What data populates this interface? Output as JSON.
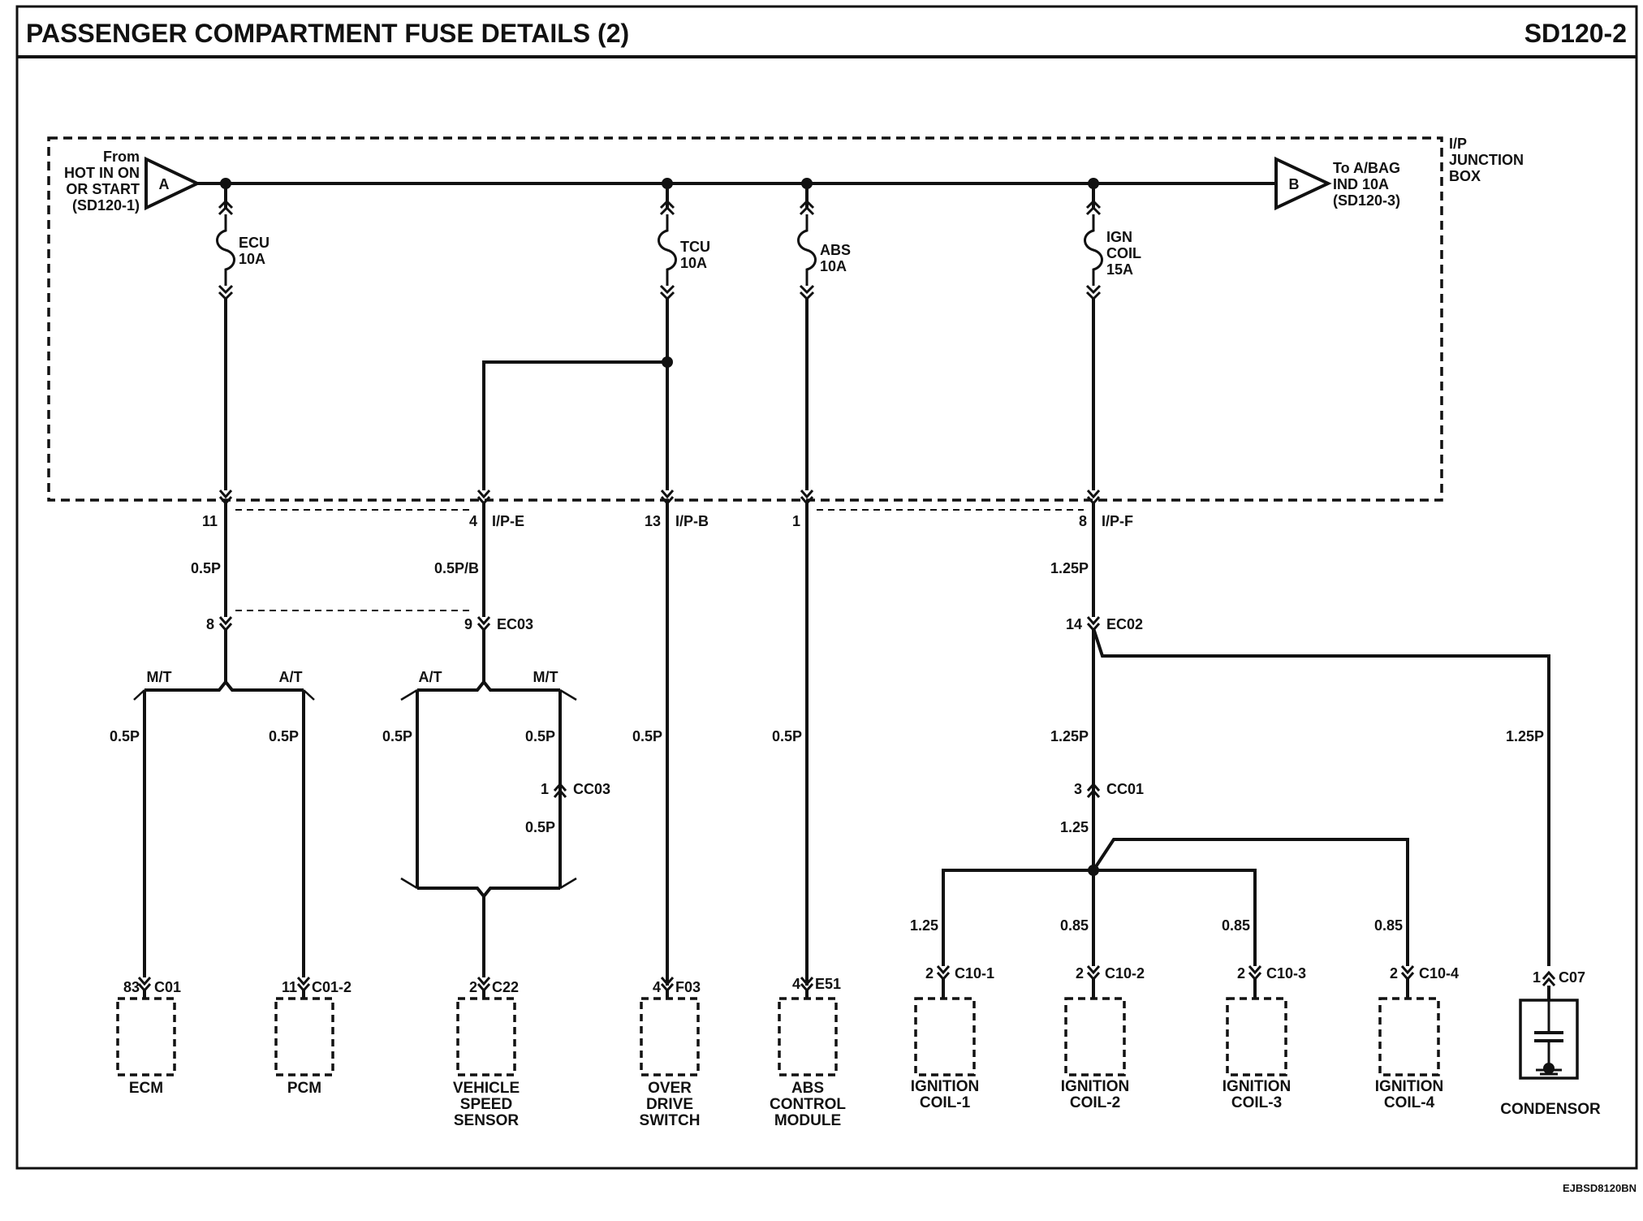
{
  "header": {
    "title": "PASSENGER COMPARTMENT FUSE DETAILS (2)",
    "page_code": "SD120-2",
    "footer_code": "EJBSD8120BN"
  },
  "junction_box": {
    "lines": [
      "I/P",
      "JUNCTION",
      "BOX"
    ]
  },
  "source": {
    "connector": "A",
    "lines": [
      "From",
      "HOT IN ON",
      "OR START",
      "(SD120-1)"
    ]
  },
  "destination": {
    "connector": "B",
    "lines": [
      "To A/BAG",
      "IND 10A",
      "(SD120-3)"
    ]
  },
  "fuses": [
    {
      "name": "ECU",
      "rating": "10A"
    },
    {
      "name": "TCU",
      "rating": "10A"
    },
    {
      "name": "ABS",
      "rating": "10A"
    },
    {
      "name": "IGN",
      "name2": "COIL",
      "rating": "15A"
    }
  ],
  "ip_pins": {
    "ecu": "11",
    "vss": "4",
    "vss_conn": "I/P-E",
    "tcu": "13",
    "tcu_conn": "I/P-B",
    "abs": "1",
    "ign": "8",
    "ign_conn": "I/P-F"
  },
  "wires": {
    "ecu": "0.5P",
    "vss": "0.5P/B",
    "ign": "1.25P",
    "ecm": "0.5P",
    "pcm": "0.5P",
    "vss_at": "0.5P",
    "vss_mt": "0.5P",
    "vss_mt2": "0.5P",
    "odsw": "0.5P",
    "abs": "0.5P",
    "ign2": "1.25P",
    "ign3": "1.25",
    "cond": "1.25P",
    "coil1": "1.25",
    "coil2": "0.85",
    "coil3": "0.85",
    "coil4": "0.85"
  },
  "ec03": {
    "pin_ecu": "8",
    "pin_vss": "9",
    "name": "EC03"
  },
  "ec02": {
    "pin": "14",
    "name": "EC02"
  },
  "cc01": {
    "pin": "3",
    "name": "CC01"
  },
  "cc03": {
    "pin": "1",
    "name": "CC03"
  },
  "variants": {
    "mt": "M/T",
    "at": "A/T"
  },
  "components": [
    {
      "pin": "83",
      "conn": "C01",
      "lines": [
        "ECM"
      ]
    },
    {
      "pin": "11",
      "conn": "C01-2",
      "lines": [
        "PCM"
      ]
    },
    {
      "pin": "2",
      "conn": "C22",
      "lines": [
        "VEHICLE",
        "SPEED",
        "SENSOR"
      ]
    },
    {
      "pin": "4",
      "conn": "F03",
      "lines": [
        "OVER",
        "DRIVE",
        "SWITCH"
      ]
    },
    {
      "pin": "4",
      "conn": "E51",
      "lines": [
        "ABS",
        "CONTROL",
        "MODULE"
      ]
    },
    {
      "pin": "2",
      "conn": "C10-1",
      "lines": [
        "IGNITION",
        "COIL-1"
      ]
    },
    {
      "pin": "2",
      "conn": "C10-2",
      "lines": [
        "IGNITION",
        "COIL-2"
      ]
    },
    {
      "pin": "2",
      "conn": "C10-3",
      "lines": [
        "IGNITION",
        "COIL-3"
      ]
    },
    {
      "pin": "2",
      "conn": "C10-4",
      "lines": [
        "IGNITION",
        "COIL-4"
      ]
    },
    {
      "pin": "1",
      "conn": "C07",
      "lines": [
        "CONDENSOR"
      ]
    }
  ]
}
